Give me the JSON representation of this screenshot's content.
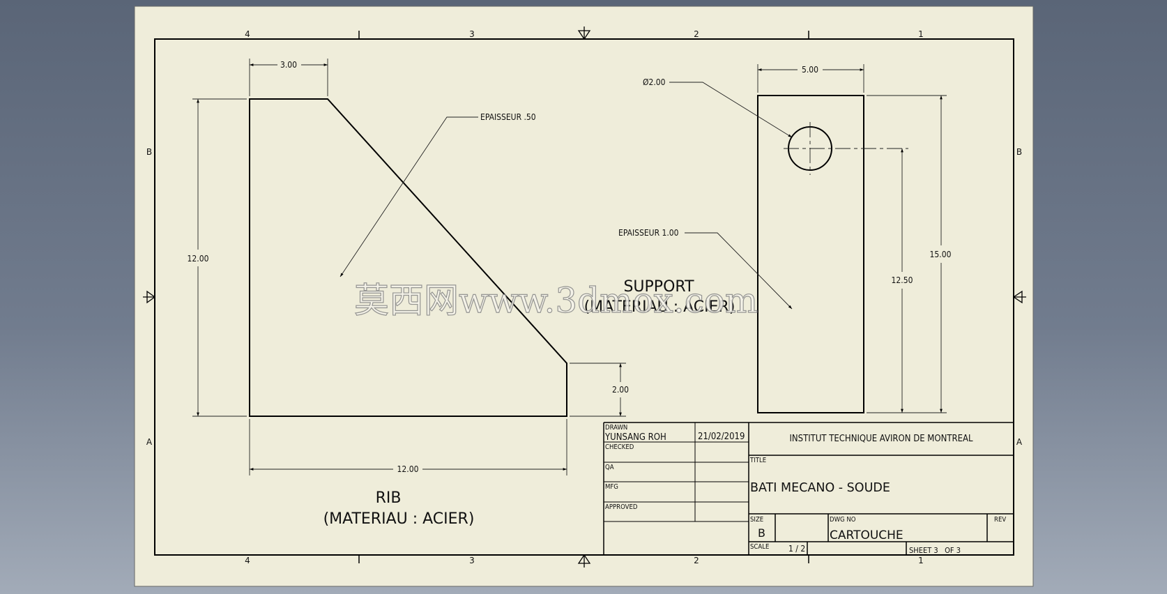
{
  "zones": {
    "columns": [
      "4",
      "3",
      "2",
      "1"
    ],
    "rows": [
      "B",
      "A"
    ]
  },
  "rib": {
    "dims": {
      "top_width": "3.00",
      "height": "12.00",
      "base_width": "12.00",
      "edge_height": "2.00"
    },
    "note_thickness": "EPAISSEUR .50",
    "title": "RIB",
    "material": "(MATERIAU : ACIER)"
  },
  "support": {
    "dims": {
      "width": "5.00",
      "hole_diameter": "Ø2.00",
      "height": "15.00",
      "hole_height": "12.50"
    },
    "note_thickness": "EPAISSEUR 1.00",
    "title": "SUPPORT",
    "material": "(MATERIAU : ACIER)"
  },
  "title_block": {
    "drawn_label": "DRAWN",
    "drawn_by": "YUNSANG ROH",
    "drawn_date": "21/02/2019",
    "checked_label": "CHECKED",
    "qa_label": "QA",
    "mfg_label": "MFG",
    "approved_label": "APPROVED",
    "company": "INSTITUT TECHNIQUE AVIRON DE MONTREAL",
    "title_label": "TITLE",
    "title": "BATI MECANO - SOUDE",
    "size_label": "SIZE",
    "size": "B",
    "dwg_no_label": "DWG NO",
    "dwg_no": "CARTOUCHE",
    "rev_label": "REV",
    "scale_label": "SCALE",
    "scale": "1 / 2",
    "sheet": "SHEET 3   OF 3"
  },
  "watermark": "莫西网www.3dmox.com",
  "colors": {
    "paper": "#efedda",
    "border": "#111111",
    "background": "#5a6577"
  }
}
